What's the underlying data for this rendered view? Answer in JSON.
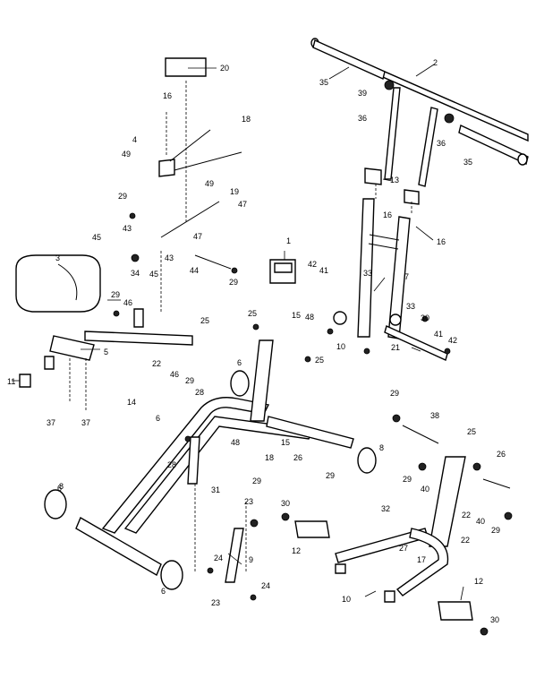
{
  "callouts": {
    "c1": "1",
    "c2": "2",
    "c3": "3",
    "c4": "4",
    "c5": "5",
    "c6a": "6",
    "c6b": "6",
    "c6c": "6",
    "c6d": "6",
    "c7": "7",
    "c8a": "8",
    "c8b": "8",
    "c9": "9",
    "c10a": "10",
    "c10b": "10",
    "c11": "11",
    "c12a": "12",
    "c12b": "12",
    "c13": "13",
    "c14": "14",
    "c15a": "15",
    "c15b": "15",
    "c16a": "16",
    "c16b": "16",
    "c16c": "16",
    "c17": "17",
    "c18a": "18",
    "c18b": "18",
    "c19": "19",
    "c20": "20",
    "c21": "21",
    "c22a": "22",
    "c22b": "22",
    "c22c": "22",
    "c23a": "23",
    "c23b": "23",
    "c24a": "24",
    "c24b": "24",
    "c25a": "25",
    "c25b": "25",
    "c25c": "25",
    "c25d": "25",
    "c26a": "26",
    "c26b": "26",
    "c27": "27",
    "c28a": "28",
    "c28b": "28",
    "c29a": "29",
    "c29b": "29",
    "c29c": "29",
    "c29d": "29",
    "c29e": "29",
    "c29f": "29",
    "c29g": "29",
    "c29h": "29",
    "c29i": "29",
    "c30a": "30",
    "c30b": "30",
    "c30c": "30",
    "c31": "31",
    "c32": "32",
    "c33a": "33",
    "c33b": "33",
    "c34": "34",
    "c35a": "35",
    "c35b": "35",
    "c36a": "36",
    "c36b": "36",
    "c37a": "37",
    "c37b": "37",
    "c38": "38",
    "c39": "39",
    "c40a": "40",
    "c40b": "40",
    "c41a": "41",
    "c41b": "41",
    "c42a": "42",
    "c42b": "42",
    "c43a": "43",
    "c43b": "43",
    "c44": "44",
    "c45a": "45",
    "c45b": "45",
    "c46a": "46",
    "c46b": "46",
    "c47a": "47",
    "c47b": "47",
    "c48a": "48",
    "c48b": "48",
    "c49a": "49",
    "c49b": "49"
  }
}
